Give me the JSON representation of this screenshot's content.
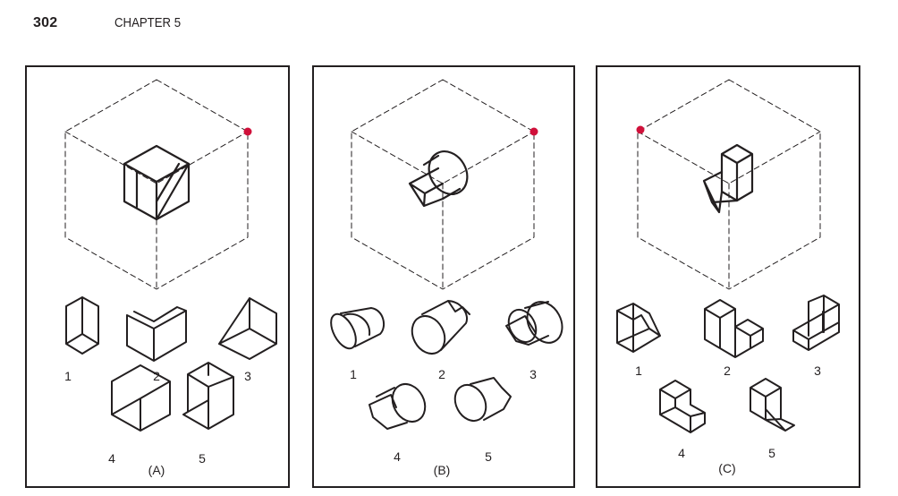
{
  "header": {
    "page_number": "302",
    "chapter": "CHAPTER 5"
  },
  "panels": [
    {
      "caption": "(A)",
      "options": [
        "1",
        "2",
        "3",
        "4",
        "5"
      ]
    },
    {
      "caption": "(B)",
      "options": [
        "1",
        "2",
        "3",
        "4",
        "5"
      ]
    },
    {
      "caption": "(C)",
      "options": [
        "1",
        "2",
        "3",
        "4",
        "5"
      ]
    }
  ],
  "colors": {
    "ink": "#231f20",
    "marker": "#d0103a"
  },
  "icons": [
    "red-viewpoint-dot",
    "dashed-reference-cube"
  ]
}
